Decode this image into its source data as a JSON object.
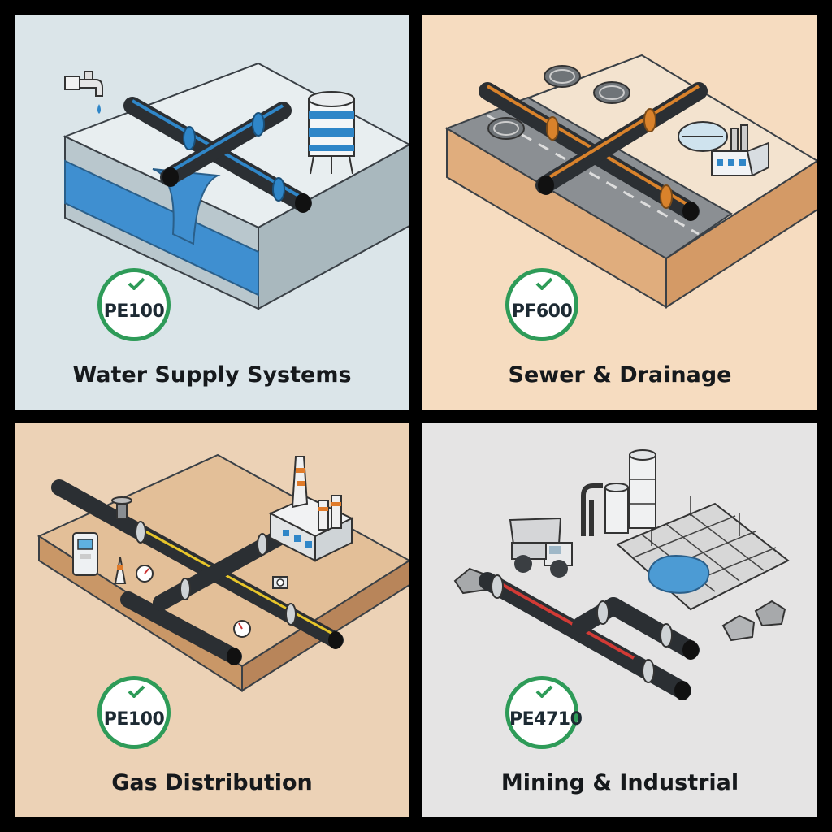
{
  "panels": [
    {
      "id": "water",
      "title": "Water Supply Systems",
      "grade": "PE100",
      "background": "#dbe5e9",
      "stripe_color": "#2f86c8"
    },
    {
      "id": "sewer",
      "title": "Sewer & Drainage",
      "grade": "PF600",
      "background": "#f6dcc0",
      "stripe_color": "#d9822b"
    },
    {
      "id": "gas",
      "title": "Gas Distribution",
      "grade": "PE100",
      "background": "#ecd2b6",
      "stripe_color": "#e7c52a"
    },
    {
      "id": "mining",
      "title": "Mining & Industrial",
      "grade": "PE4710",
      "background": "#e5e4e4",
      "stripe_color": "#d23a35"
    }
  ],
  "colors": {
    "badge_ring": "#2e9b58",
    "pipe": "#2b2f33",
    "text": "#16191c"
  },
  "icons": [
    "faucet-icon",
    "water-tank-icon",
    "manhole-cover-icon",
    "treatment-plant-icon",
    "gas-meter-icon",
    "pressure-gauge-icon",
    "factory-icon",
    "dump-truck-icon",
    "silo-icon",
    "tailings-pond-icon",
    "rock-pile-icon",
    "check-icon"
  ]
}
